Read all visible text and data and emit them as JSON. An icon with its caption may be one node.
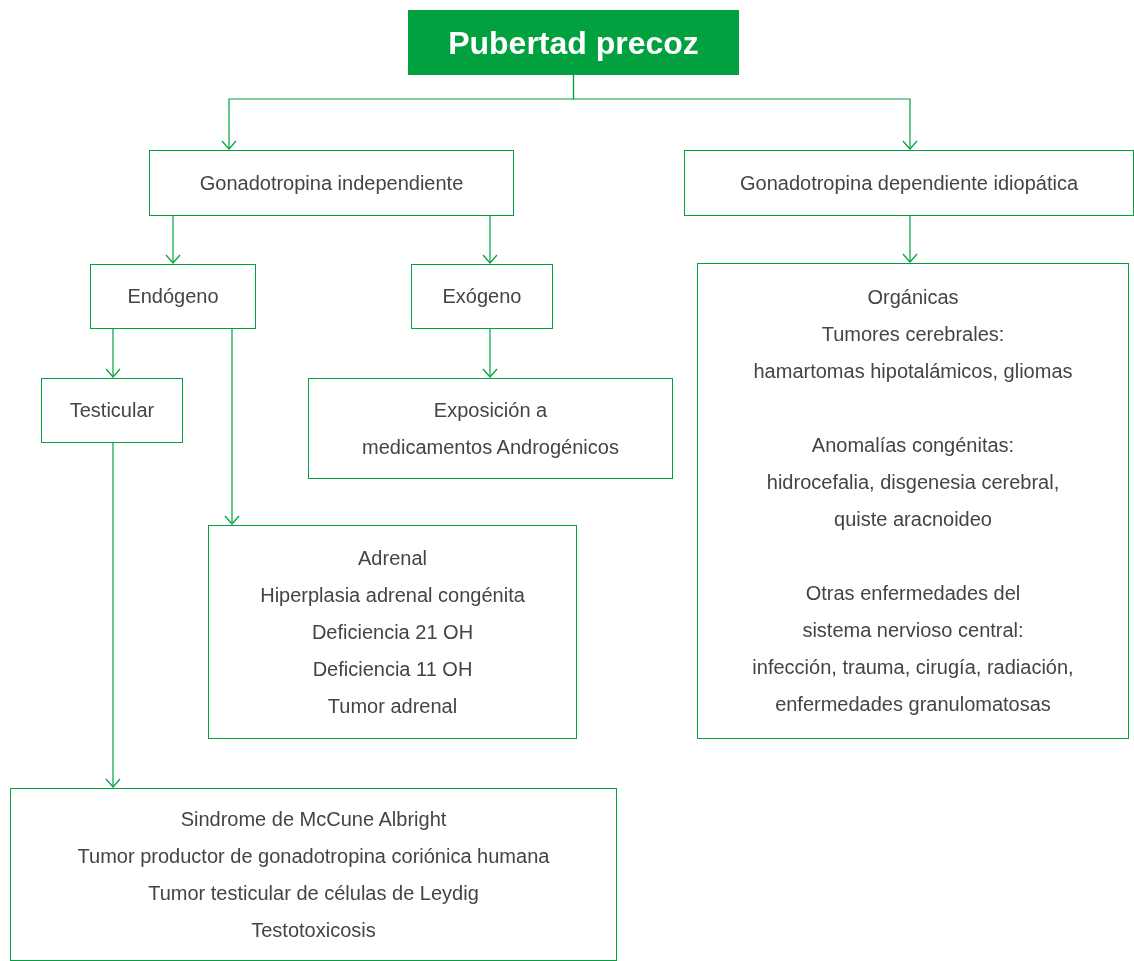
{
  "diagram": {
    "nodes": [
      {
        "text": [
          "Pubertad precoz"
        ]
      },
      {
        "text": [
          "Gonadotropina independiente"
        ]
      },
      {
        "text": [
          "Gonadotropina dependiente idiopática"
        ]
      },
      {
        "text": [
          "Endógeno"
        ]
      },
      {
        "text": [
          "Exógeno"
        ]
      },
      {
        "text": [
          "Testicular"
        ]
      },
      {
        "text": [
          "Exposición a",
          "medicamentos Androgénicos"
        ]
      },
      {
        "text": [
          "Adrenal",
          "Hiperplasia adrenal congénita",
          "Deficiencia 21 OH",
          "Deficiencia 11 OH",
          "Tumor adrenal"
        ]
      },
      {
        "text": [
          "Sindrome de McCune Albright",
          "Tumor productor de gonadotropina coriónica humana",
          "Tumor testicular de células de Leydig",
          "Testotoxicosis"
        ]
      },
      {
        "text": [
          "Orgánicas",
          "Tumores cerebrales:",
          "hamartomas hipotalámicos, gliomas",
          "Anomalías congénitas:",
          "hidrocefalia, disgenesia cerebral,",
          "quiste aracnoideo",
          "Otras enfermedades del",
          "sistema nervioso central:",
          "infección, trauma, cirugía, radiación,",
          "enfermedades granulomatosas"
        ]
      }
    ],
    "edges": [
      {
        "from": 0,
        "to": 1,
        "arrow": "to"
      },
      {
        "from": 0,
        "to": 2,
        "arrow": "to"
      },
      {
        "from": 1,
        "to": 3,
        "arrow": "to"
      },
      {
        "from": 1,
        "to": 4,
        "arrow": "to"
      },
      {
        "from": 2,
        "to": 9,
        "arrow": "to"
      },
      {
        "from": 3,
        "to": 5,
        "arrow": "to"
      },
      {
        "from": 3,
        "to": 7,
        "arrow": "to"
      },
      {
        "from": 4,
        "to": 6,
        "arrow": "to"
      },
      {
        "from": 5,
        "to": 8,
        "arrow": "to"
      }
    ]
  }
}
